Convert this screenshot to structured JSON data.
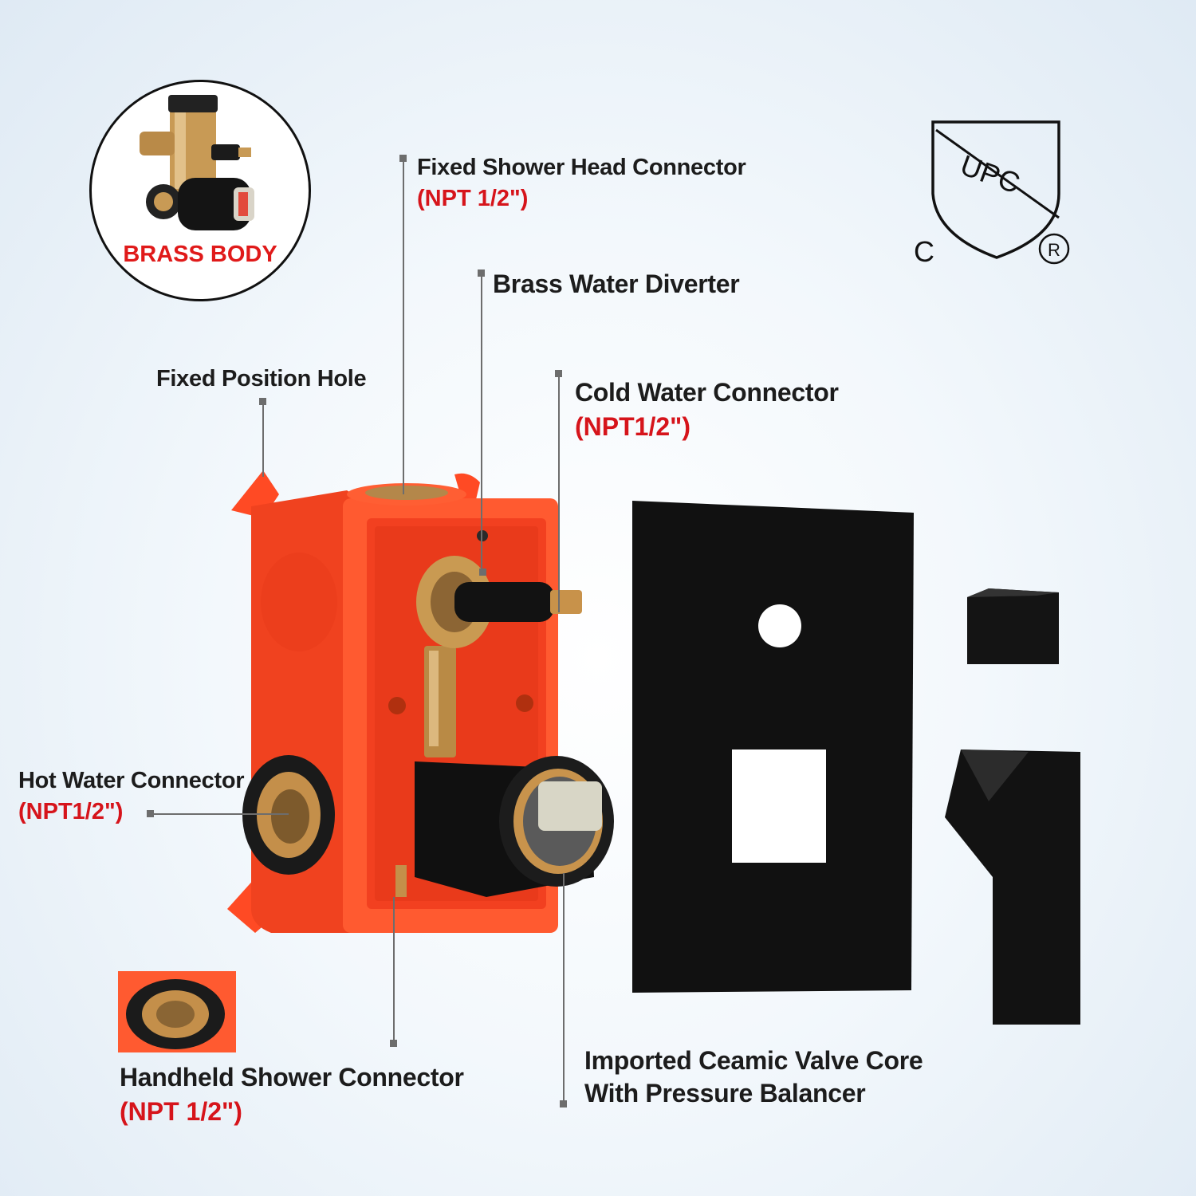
{
  "badge": {
    "text": "BRASS BODY"
  },
  "certification": {
    "mark": "UPC",
    "c_letter": "C",
    "registered": "R"
  },
  "callouts": {
    "fixed_shower_head": {
      "label": "Fixed Shower Head Connector",
      "spec": "(NPT 1/2\")"
    },
    "brass_diverter": {
      "label": "Brass Water Diverter"
    },
    "fixed_position_hole": {
      "label": "Fixed Position Hole"
    },
    "cold_water": {
      "label": "Cold Water Connector",
      "spec": "(NPT1/2\")"
    },
    "hot_water": {
      "label": "Hot Water Connector",
      "spec": "(NPT1/2\")"
    },
    "handheld_shower": {
      "label": "Handheld Shower Connector",
      "spec": "(NPT 1/2\")"
    },
    "valve_core": {
      "line1": "Imported Ceamic Valve Core",
      "line2": "With Pressure Balancer"
    }
  },
  "colors": {
    "box": "#ff4a24",
    "brass": "#c89a55",
    "matte_black": "#111111",
    "spec_red": "#d6141b"
  }
}
